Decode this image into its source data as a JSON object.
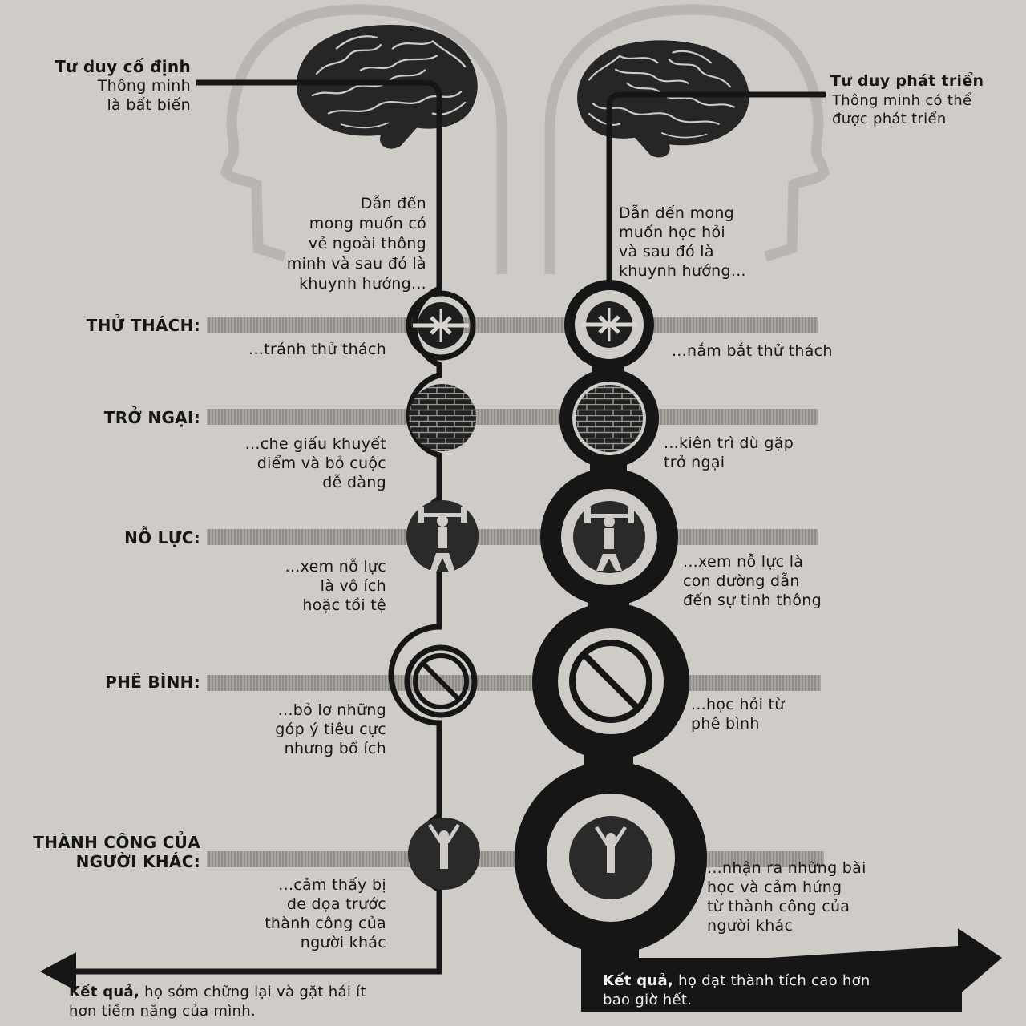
{
  "fixed": {
    "heading": "Tư duy cố định",
    "subtext": [
      "Thông minh",
      "là bất biến"
    ],
    "leads_to": [
      "Dẫn đến",
      "mong muốn có",
      "vẻ ngoài thông",
      "minh và sau đó là",
      "khuynh hướng..."
    ],
    "responses": {
      "challenge": [
        "...tránh thử thách"
      ],
      "obstacle": [
        "...che giấu khuyết",
        "điểm và bỏ cuộc",
        "dễ dàng"
      ],
      "effort": [
        "...xem nỗ lực",
        "là vô ích",
        "hoặc tồi tệ"
      ],
      "criticism": [
        "...bỏ lơ những",
        "góp ý tiêu cực",
        "nhưng bổ ích"
      ],
      "success": [
        "...cảm thấy bị",
        "đe dọa trước",
        "thành công của",
        "người khác"
      ]
    },
    "result_bold": "Kết quả,",
    "result_line1": " họ sớm chững lại và gặt hái ít",
    "result_line2": "hơn tiềm năng của mình."
  },
  "growth": {
    "heading": "Tư duy phát triển",
    "subtext": [
      "Thông minh có thể",
      "được phát triển"
    ],
    "leads_to": [
      "Dẫn đến mong",
      "muốn học hỏi",
      "và sau đó là",
      "khuynh hướng..."
    ],
    "responses": {
      "challenge": [
        "...nắm bắt thử thách"
      ],
      "obstacle": [
        "...kiên trì dù gặp",
        "trở ngại"
      ],
      "effort": [
        "...xem nỗ lực là",
        "con đường dẫn",
        "đến sự tinh thông"
      ],
      "criticism": [
        "...học hỏi từ",
        "phê bình"
      ],
      "success": [
        "...nhận ra những bài",
        "học và cảm hứng",
        "từ thành công của",
        "người khác"
      ]
    },
    "result_bold": "Kết quả,",
    "result_line1": " họ đạt thành tích cao hơn",
    "result_line2": "bao giờ hết."
  },
  "categories": {
    "challenge": "THỬ THÁCH:",
    "obstacle": "TRỞ NGẠI:",
    "effort": "NỖ LỰC:",
    "criticism": "PHÊ BÌNH:",
    "success_line1": "THÀNH CÔNG CỦA",
    "success_line2": "NGƯỜI KHÁC:"
  },
  "colors": {
    "paper": "#cfcbc6",
    "ink": "#161616",
    "band": "#a6a29d",
    "head_outline": "#b9b5b0"
  },
  "icons": {
    "challenge": "arrows-converging-icon",
    "obstacle": "brick-wall-icon",
    "effort": "weightlifter-icon",
    "criticism": "no-sign-icon",
    "success": "winner-celebrating-icon"
  }
}
